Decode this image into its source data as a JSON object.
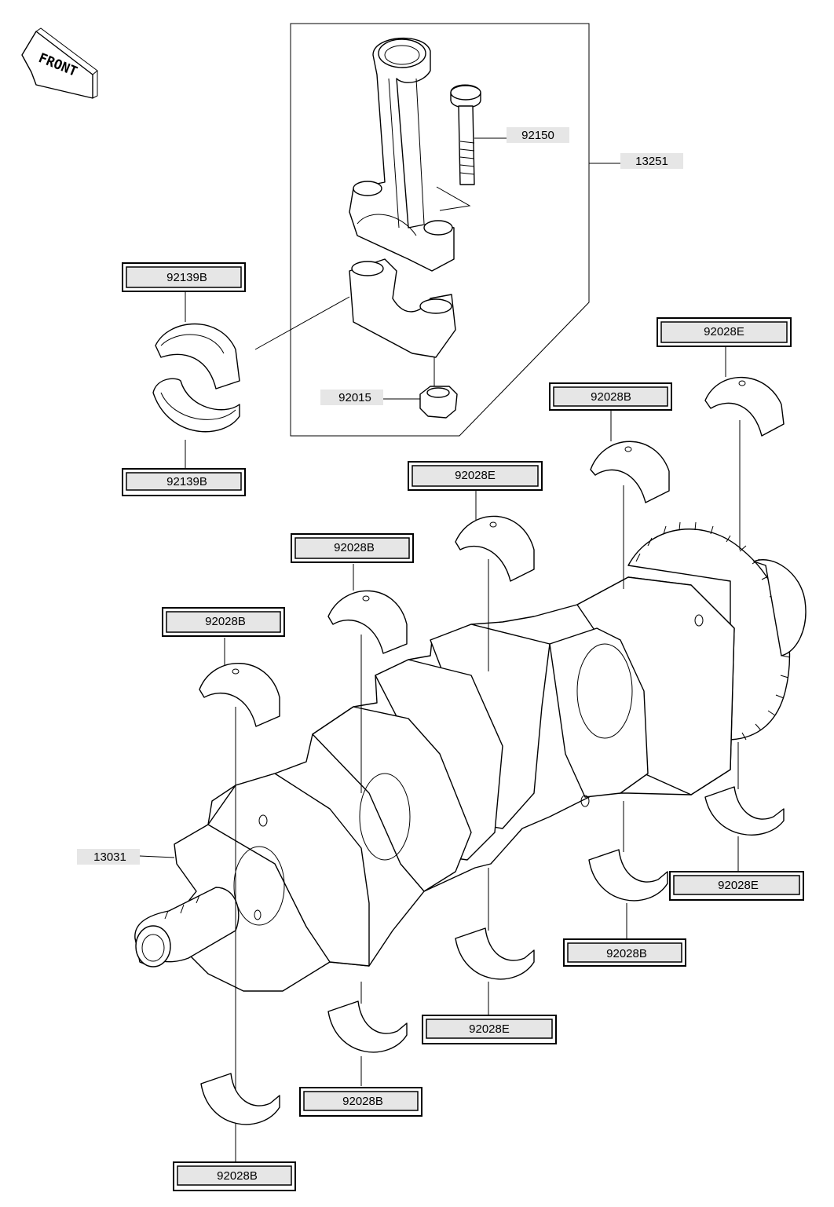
{
  "front_badge": {
    "text": "FRONT",
    "icon": "front-arrow-icon"
  },
  "labels": {
    "p92150": "92150",
    "p13251": "13251",
    "p92015": "92015",
    "p13031": "13031",
    "p92139B_top": "92139B",
    "p92139B_bottom": "92139B",
    "p92028E_top_right": "92028E",
    "p92028B_upper_right": "92028B",
    "p92028E_upper_mid": "92028E",
    "p92028B_upper_mid": "92028B",
    "p92028B_upper_left": "92028B",
    "p92028E_lower_right": "92028E",
    "p92028B_lower_right": "92028B",
    "p92028E_lower_mid": "92028E",
    "p92028B_lower_mid": "92028B",
    "p92028B_lower_left": "92028B"
  }
}
